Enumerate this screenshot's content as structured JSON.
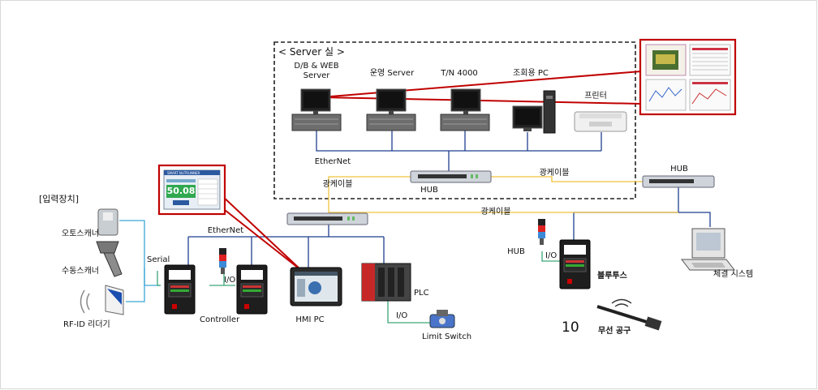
{
  "server_room": {
    "title": "< Server 실 >",
    "db_web_server_line1": "D/B & WEB",
    "db_web_server_line2": "Server",
    "operation_server": "운영 Server",
    "tn_server": "T/N 4000",
    "query_pc": "조회용 PC",
    "printer": "프린터",
    "ethernet": "EtherNet",
    "optical_cable_left": "광케이블",
    "optical_cable_right": "광케이블",
    "hub": "HUB"
  },
  "field": {
    "ethernet": "EtherNet",
    "optical_cable": "광케이블",
    "hub_right": "HUB",
    "hub_small": "HUB",
    "hmi_display_value": "50.08",
    "hmi_display_title": "SMART NUTRUNNER"
  },
  "input_devices": {
    "title": "[입력장치]",
    "auto_scanner": "오토스캐너",
    "manual_scanner": "수동스캐너",
    "rfid_reader": "RF-ID 리더기",
    "serial": "Serial"
  },
  "devices": {
    "controller": "Controller",
    "io_left": "I/O",
    "hmi_pc": "HMI PC",
    "plc": "PLC",
    "io_plc": "I/O",
    "limit_switch": "Limit Switch",
    "io_right": "I/O",
    "bluetooth": "블루투스",
    "wireless_tool": "무선 공구",
    "fastening_system": "체결 시스템",
    "number": "10"
  },
  "colors": {
    "ethernet_line": "#1f3f8f",
    "optical_line": "#f0c23c",
    "serial_line": "#3aa7d8",
    "io_line": "#3aa777",
    "callout": "#c00000"
  }
}
